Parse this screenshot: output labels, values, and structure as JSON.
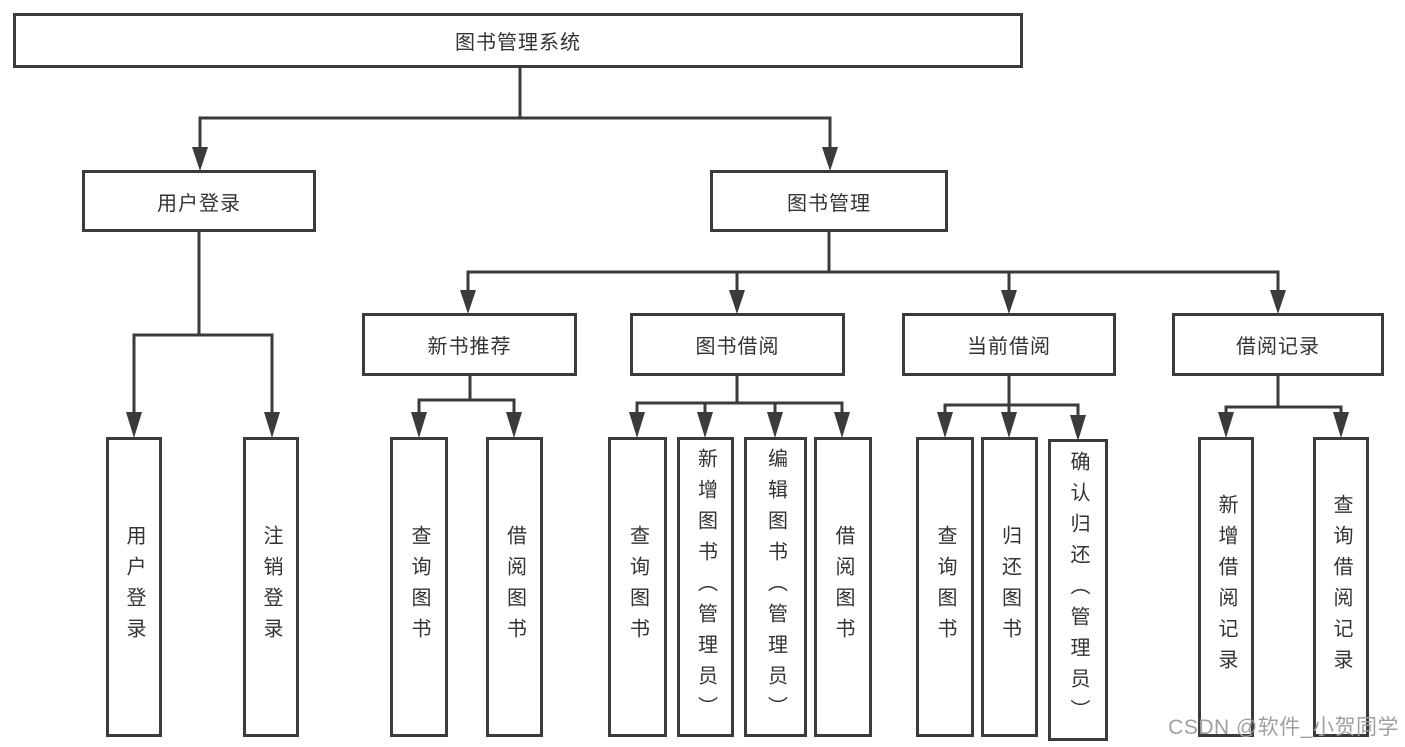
{
  "diagram": {
    "root": {
      "label": "图书管理系统"
    },
    "branches": [
      {
        "label": "用户登录",
        "leaves": [
          {
            "label": "用户登录"
          },
          {
            "label": "注销登录"
          }
        ]
      },
      {
        "label": "图书管理",
        "groups": [
          {
            "label": "新书推荐",
            "leaves": [
              {
                "label": "查询图书"
              },
              {
                "label": "借阅图书"
              }
            ]
          },
          {
            "label": "图书借阅",
            "leaves": [
              {
                "label": "查询图书"
              },
              {
                "label": "新增图书（管理员）"
              },
              {
                "label": "编辑图书（管理员）"
              },
              {
                "label": "借阅图书"
              }
            ]
          },
          {
            "label": "当前借阅",
            "leaves": [
              {
                "label": "查询图书"
              },
              {
                "label": "归还图书"
              },
              {
                "label": "确认归还（管理员）"
              }
            ]
          },
          {
            "label": "借阅记录",
            "leaves": [
              {
                "label": "新增借阅记录"
              },
              {
                "label": "查询借阅记录"
              }
            ]
          }
        ]
      }
    ]
  },
  "watermark": {
    "text": "CSDN @软件_小贺同学"
  },
  "colors": {
    "line": "#3b3b3b",
    "text": "#333333",
    "background": "#ffffff",
    "watermark": "#a0a0a0"
  }
}
